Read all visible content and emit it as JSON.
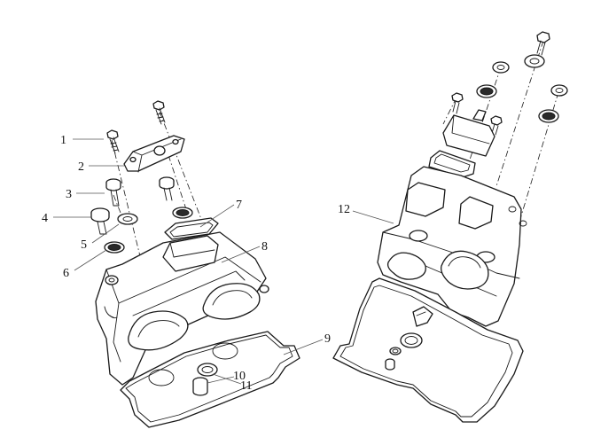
{
  "diagram": {
    "callouts": [
      {
        "label": "1"
      },
      {
        "label": "2"
      },
      {
        "label": "3"
      },
      {
        "label": "4"
      },
      {
        "label": "5"
      },
      {
        "label": "6"
      },
      {
        "label": "7"
      },
      {
        "label": "8"
      },
      {
        "label": "9"
      },
      {
        "label": "10"
      },
      {
        "label": "11"
      },
      {
        "label": "12"
      }
    ]
  },
  "colors": {
    "line": "#1a1a1a",
    "background": "#ffffff",
    "seal_fill": "#2a2a2a"
  }
}
